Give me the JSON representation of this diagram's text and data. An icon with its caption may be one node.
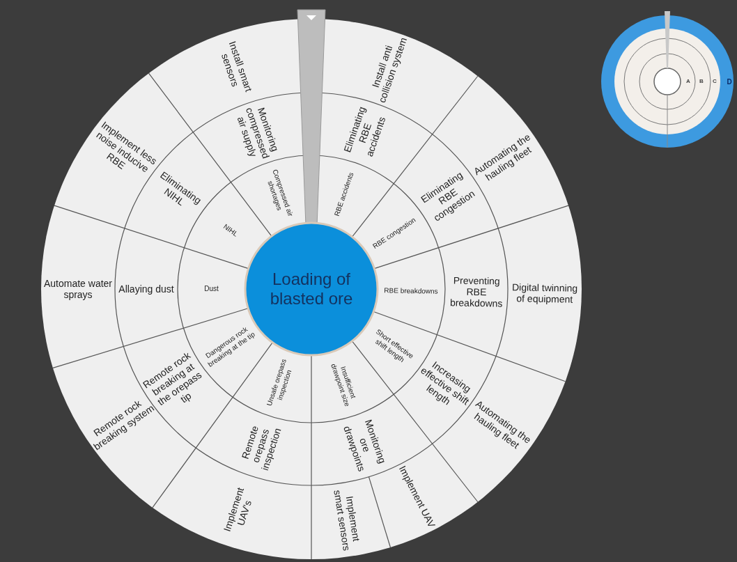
{
  "diagram": {
    "nodes": [
      {
        "text": [
          "Loading of blasted ore"
        ]
      },
      {
        "text": [
          "Compressed air shortages"
        ]
      },
      {
        "text": [
          "RBE accidents"
        ]
      },
      {
        "text": [
          "RBE congestion"
        ]
      },
      {
        "text": [
          "RBE breakdowns"
        ]
      },
      {
        "text": [
          "Short effective shift length"
        ]
      },
      {
        "text": [
          "Insufficient drawpoint size"
        ]
      },
      {
        "text": [
          "Unsafe orepass inspection"
        ]
      },
      {
        "text": [
          "Dangerous rock breaking at the tip"
        ]
      },
      {
        "text": [
          "Dust"
        ]
      },
      {
        "text": [
          "NIHL"
        ]
      },
      {
        "text": [
          "Monitoring compressed air supply"
        ]
      },
      {
        "text": [
          "Eliminating RBE accidents"
        ]
      },
      {
        "text": [
          "Eliminating RBE congestion"
        ]
      },
      {
        "text": [
          "Preventing RBE breakdowns"
        ]
      },
      {
        "text": [
          "Increasing effective shift length"
        ]
      },
      {
        "text": [
          "Monitoring ore drawpoints"
        ]
      },
      {
        "text": [
          "Remote orepass inspection"
        ]
      },
      {
        "text": [
          "Remote rock breaking at the orepass tip"
        ]
      },
      {
        "text": [
          "Allaying dust"
        ]
      },
      {
        "text": [
          "Eliminating NIHL"
        ]
      },
      {
        "text": [
          "Install smart sensors"
        ]
      },
      {
        "text": [
          "Install anti collision system"
        ]
      },
      {
        "text": [
          "Automating the hauling fleet"
        ]
      },
      {
        "text": [
          "Digital twinning of equipment"
        ]
      },
      {
        "text": [
          "Automating the hauling fleet"
        ]
      },
      {
        "text": [
          "Implement UAV"
        ]
      },
      {
        "text": [
          "Implement smart sensors"
        ]
      },
      {
        "text": [
          "Implement UAV's"
        ]
      },
      {
        "text": [
          "Remote rock breaking system"
        ]
      },
      {
        "text": [
          "Automate water sprays"
        ]
      },
      {
        "text": [
          "Implement less noise inducive RBE"
        ]
      }
    ],
    "labels": [
      "A",
      "B",
      "C",
      "D"
    ]
  }
}
